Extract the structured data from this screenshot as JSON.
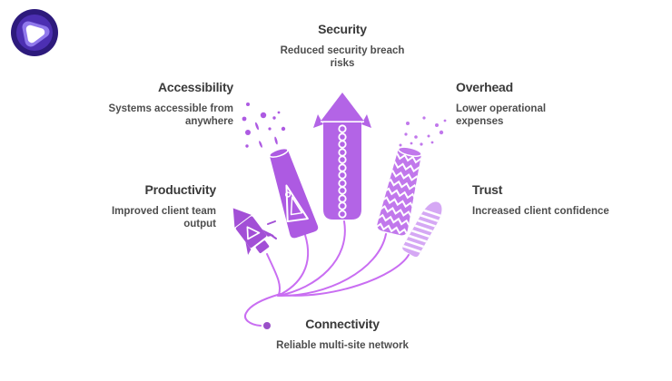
{
  "items": [
    {
      "name": "security",
      "title": "Security",
      "description": "Reduced security breach risks"
    },
    {
      "name": "accessibility",
      "title": "Accessibility",
      "description": "Systems accessible from anywhere"
    },
    {
      "name": "overhead",
      "title": "Overhead",
      "description": "Lower operational expenses"
    },
    {
      "name": "productivity",
      "title": "Productivity",
      "description": "Improved client team output"
    },
    {
      "name": "trust",
      "title": "Trust",
      "description": "Increased client confidence"
    },
    {
      "name": "connectivity",
      "title": "Connectivity",
      "description": "Reliable multi-site network"
    }
  ],
  "colors": {
    "rocket_small": "#a24fd6",
    "cone": "#ad5ae2",
    "rocket_dotted": "#b364e6",
    "zigzag": "#c178ec",
    "striped": "#d5a8f4",
    "fuse": "#c96ef2",
    "fuse_dot": "#9a50c8",
    "title_text": "#3a3a3a",
    "description_text": "#4e4e4e",
    "logo_outer": "#2d1a7c",
    "logo_mid": "#4c2fb2",
    "logo_inner": "#9079ec",
    "logo_center": "#ffffff"
  }
}
